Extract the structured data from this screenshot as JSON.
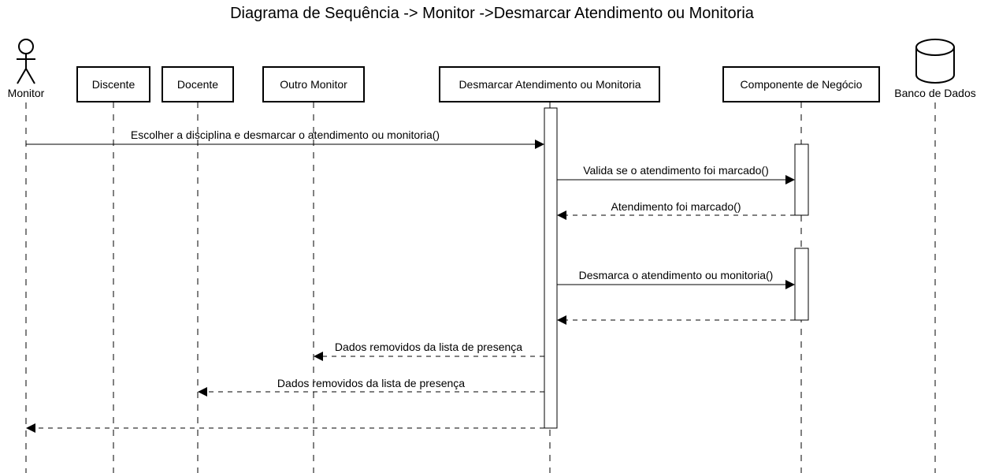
{
  "title": "Diagrama de Sequência -> Monitor ->Desmarcar Atendimento ou Monitoria",
  "participants": {
    "monitor": "Monitor",
    "discente": "Discente",
    "docente": "Docente",
    "outro_monitor": "Outro Monitor",
    "desmarcar": "Desmarcar Atendimento ou Monitoria",
    "componente": "Componente de Negócio",
    "banco": "Banco de Dados"
  },
  "messages": {
    "m1": "Escolher a disciplina e desmarcar o atendimento ou monitoria()",
    "m2": "Valida se o atendimento foi marcado()",
    "m3": "Atendimento foi marcado()",
    "m4": "Desmarca o atendimento ou monitoria()",
    "m5": "",
    "m6": "Dados removidos da lista de presença",
    "m7": "Dados removidos da lista de presença",
    "m8": ""
  }
}
